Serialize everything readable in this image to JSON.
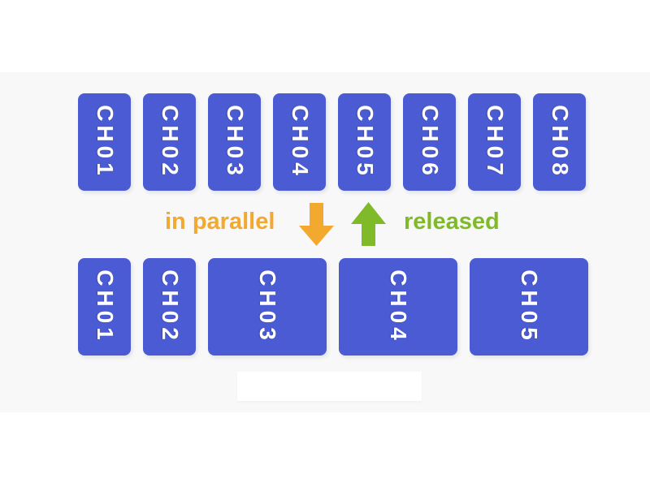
{
  "colors": {
    "page_bg": "#ffffff",
    "panel_bg": "#f8f8f8",
    "block_fill": "#4a5bd3",
    "block_text": "#ffffff",
    "parallel_orange": "#f3a82f",
    "released_green": "#7fbb29"
  },
  "top_row": {
    "blocks": [
      {
        "label": "CH01"
      },
      {
        "label": "CH02"
      },
      {
        "label": "CH03"
      },
      {
        "label": "CH04"
      },
      {
        "label": "CH05"
      },
      {
        "label": "CH06"
      },
      {
        "label": "CH07"
      },
      {
        "label": "CH08"
      }
    ]
  },
  "middle": {
    "parallel_label": "in parallel",
    "released_label": "released",
    "down_arrow_icon": "down-arrow",
    "up_arrow_icon": "up-arrow"
  },
  "bottom_row": {
    "blocks": [
      {
        "label": "CH01",
        "wide": false
      },
      {
        "label": "CH02",
        "wide": false
      },
      {
        "label": "CH03",
        "wide": true
      },
      {
        "label": "CH04",
        "wide": true
      },
      {
        "label": "CH05",
        "wide": true
      }
    ]
  }
}
